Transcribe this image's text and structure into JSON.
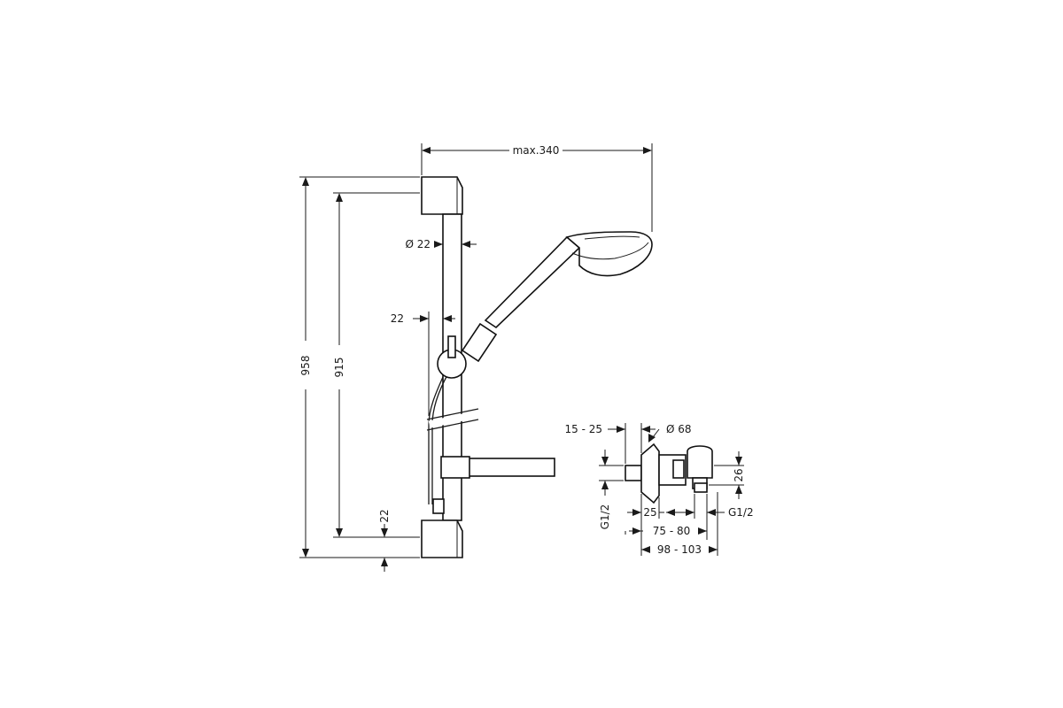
{
  "dimensions": {
    "max_reach": "max.340",
    "rail_diameter": "Ø 22",
    "hose_offset": "22",
    "total_height": "958",
    "rail_length": "915",
    "bottom_offset": "22",
    "wall_distance": "15 - 25",
    "rosette_diameter": "Ø 68",
    "inlet_thread": "G1/2",
    "outlet_thread": "G1/2",
    "outlet_height": "26",
    "body_offset": "25",
    "centers": "75 - 80",
    "overall_depth": "98 - 103"
  }
}
